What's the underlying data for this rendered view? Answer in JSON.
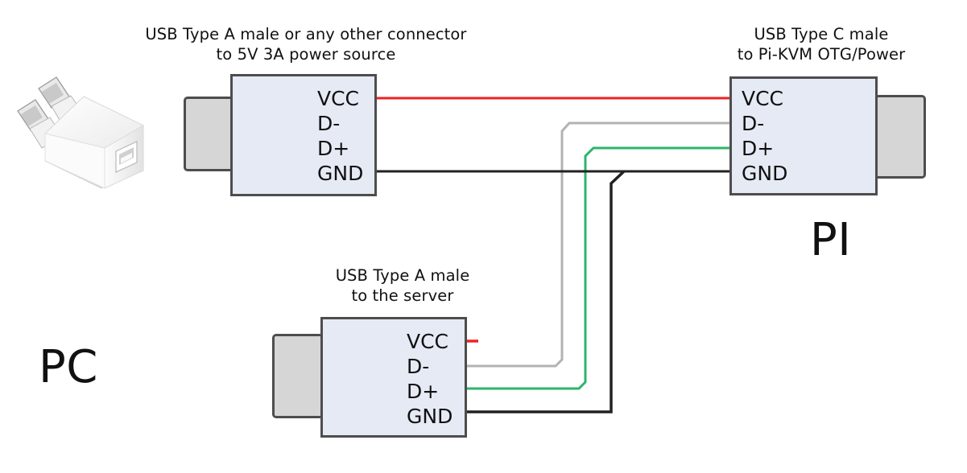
{
  "diagram": {
    "title_alt": "Pi-KVM USB splitter wiring diagram",
    "background": "#ffffff"
  },
  "captions": {
    "power_source": "USB Type A male or any other connector\nto 5V 3A power source",
    "pi_otg": "USB Type C male\nto Pi-KVM OTG/Power",
    "server": "USB Type A male\nto the server"
  },
  "big_labels": {
    "pi": "PI",
    "pc": "PC"
  },
  "pin_names": [
    "VCC",
    "D-",
    "D+",
    "GND"
  ],
  "connectors": [
    {
      "id": "power-connector",
      "caption_key": "power_source",
      "pins": [
        "VCC",
        "D-",
        "D+",
        "GND"
      ],
      "tab_side": "left"
    },
    {
      "id": "pi-connector",
      "caption_key": "pi_otg",
      "pins": [
        "VCC",
        "D-",
        "D+",
        "GND"
      ],
      "tab_side": "right"
    },
    {
      "id": "server-connector",
      "caption_key": "server",
      "pins": [
        "VCC",
        "D-",
        "D+",
        "GND"
      ],
      "tab_side": "left"
    }
  ],
  "wires": [
    {
      "name": "vcc-wire",
      "signal": "VCC",
      "color": "#ee2222",
      "from": "power-connector.VCC",
      "to": "pi-connector.VCC"
    },
    {
      "name": "vcc-stub-wire",
      "signal": "VCC",
      "color": "#ee2222",
      "from": "server-connector.VCC",
      "to": "unconnected"
    },
    {
      "name": "dminus-wire",
      "signal": "D-",
      "color": "#b3b3b3",
      "from": "server-connector.D-",
      "to": "pi-connector.D-"
    },
    {
      "name": "dplus-wire",
      "signal": "D+",
      "color": "#2cb56a",
      "from": "server-connector.D+",
      "to": "pi-connector.D+"
    },
    {
      "name": "gnd-wire",
      "signal": "GND",
      "color": "#222222",
      "from": "power-connector.GND",
      "to": "pi-connector.GND"
    },
    {
      "name": "gnd-branch-wire",
      "signal": "GND",
      "color": "#222222",
      "from": "gnd-wire",
      "to": "server-connector.GND"
    }
  ],
  "colors": {
    "box_fill": "#e6eaf5",
    "box_border": "#4d4d4d",
    "tab_fill": "#d6d6d6",
    "vcc": "#ee2222",
    "dminus": "#b3b3b3",
    "dplus": "#2cb56a",
    "gnd": "#222222",
    "text": "#111111"
  },
  "charger": {
    "name": "usb-wall-charger",
    "description": "White USB power adapter cube with two plug prongs"
  }
}
